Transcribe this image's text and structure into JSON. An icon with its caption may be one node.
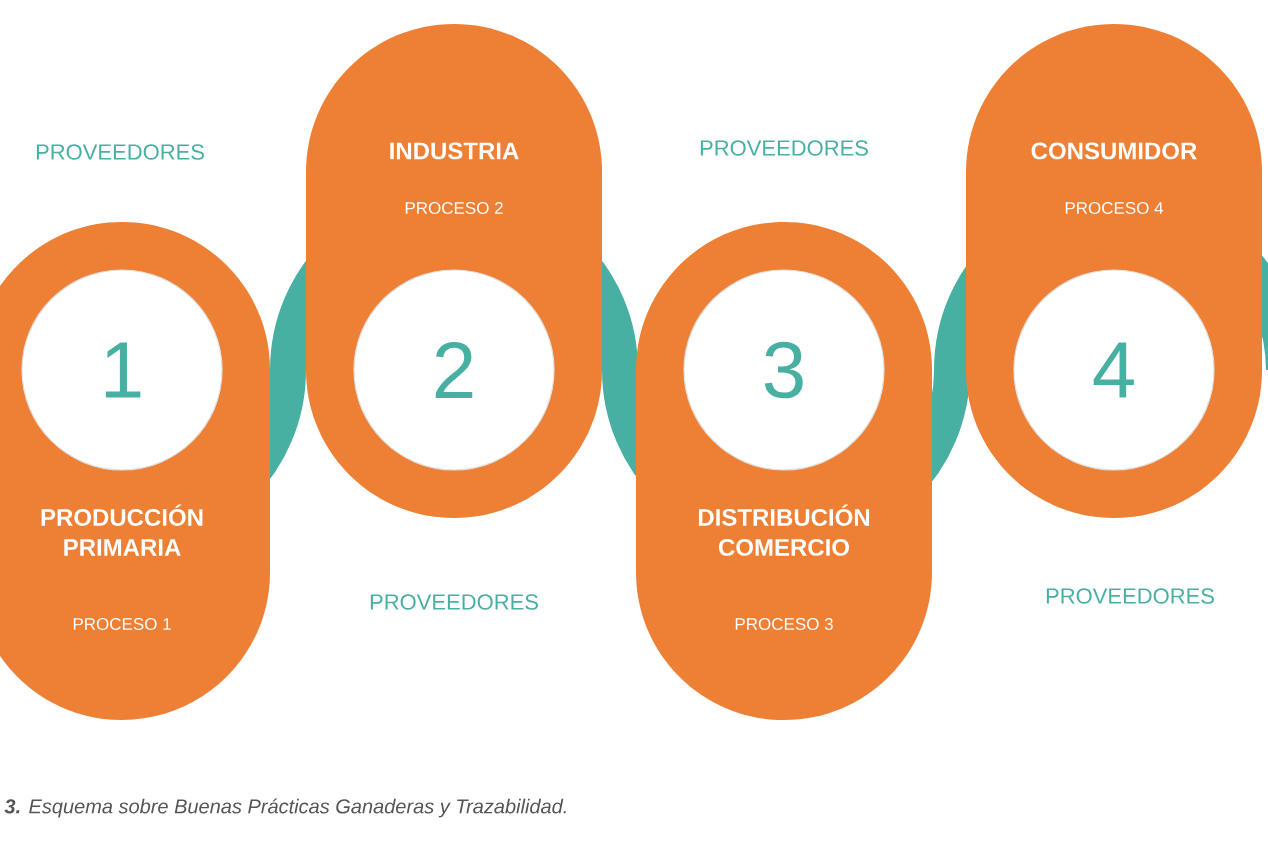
{
  "diagram": {
    "caption": "**3.** Esquema sobre Buenas Prácticas Ganaderas y Trazabilidad.",
    "nodes": [
      {
        "text": [
          "PRODUCCIÓN PRIMARIA",
          "PROCESO 1"
        ]
      },
      {
        "text": [
          "1"
        ],
        "in": 0
      },
      {
        "text": [
          "INDUSTRIA",
          "PROCESO 2"
        ]
      },
      {
        "text": [
          "2"
        ],
        "in": 2
      },
      {
        "text": [
          "DISTRIBUCIÓN COMERCIO",
          "PROCESO 3"
        ]
      },
      {
        "text": [
          "3"
        ],
        "in": 4
      },
      {
        "text": [
          "CONSUMIDOR",
          "PROCESO 4"
        ]
      },
      {
        "text": [
          "4"
        ],
        "in": 6
      }
    ],
    "labels": [
      "PROVEEDORES",
      "PROVEEDORES",
      "PROVEEDORES",
      "PROVEEDORES"
    ]
  }
}
